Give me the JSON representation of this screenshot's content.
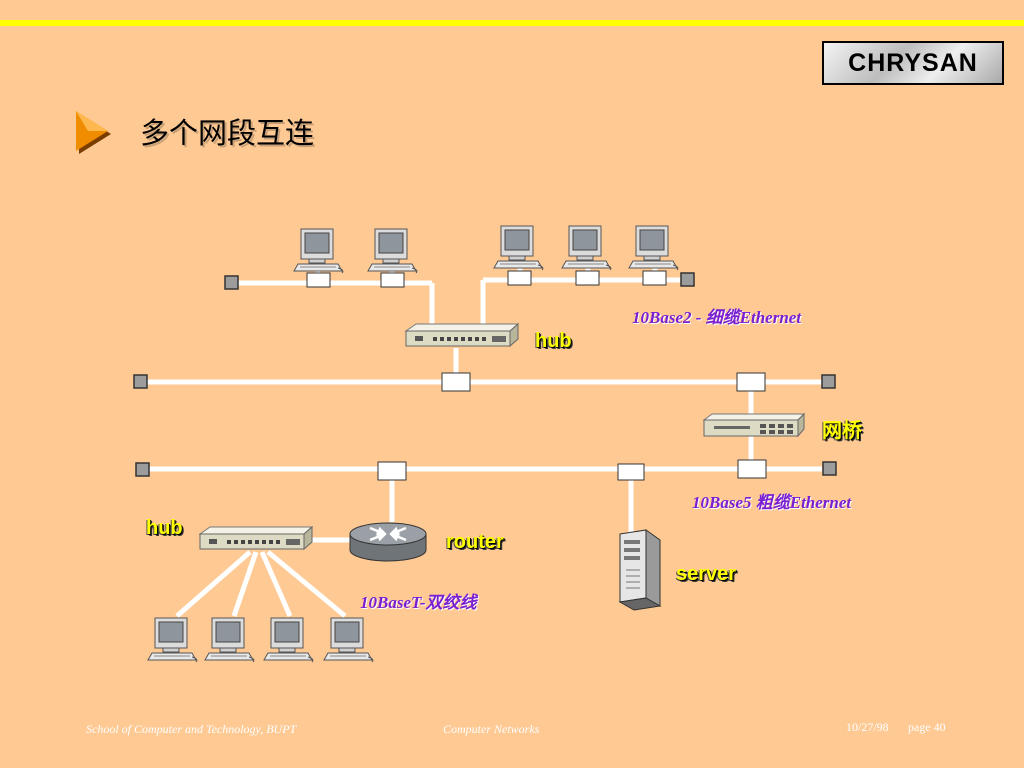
{
  "logo": "CHRYSAN",
  "title": "多个网段互连",
  "labels": {
    "hub_top": "hub",
    "bridge": "网桥",
    "hub_bottom": "hub",
    "router": "router",
    "server": "server"
  },
  "cables": {
    "thin": "10Base2 - 细缆Ethernet",
    "thick": "10Base5 粗缆Ethernet",
    "twisted": "10BaseT-双绞线"
  },
  "footer": {
    "school": "School of Computer and Technology, BUPT",
    "course": "Computer  Networks",
    "date": "10/27/98",
    "page": "page 40"
  },
  "colors": {
    "background": "#ffc993",
    "top_bar": "#ffff00",
    "device_label": "#ffff00",
    "cable_label": "#7a20d2"
  }
}
